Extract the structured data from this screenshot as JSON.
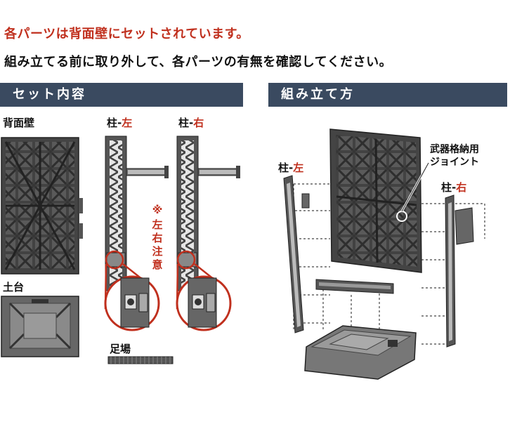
{
  "header": {
    "line1": "各パーツは背面壁にセットされています。",
    "line2": "組み立てる前に取り外して、各パーツの有無を確認してください。"
  },
  "sections": {
    "contents_title": "セット内容",
    "assembly_title": "組み立て方"
  },
  "parts": {
    "back_wall": "背面壁",
    "pillar_prefix": "柱-",
    "left": "左",
    "right": "右",
    "base": "土台",
    "scaffold": "足場",
    "caution_mark": "※",
    "caution_text": "左右注意"
  },
  "assembly": {
    "joint_line1": "武器格納用",
    "joint_line2": "ジョイント"
  },
  "colors": {
    "accent_red": "#c0301e",
    "bar_navy": "#3a4a60",
    "part_dark": "#4a4a4a",
    "part_mid": "#6e6e6e",
    "part_light": "#bdbdbd"
  }
}
